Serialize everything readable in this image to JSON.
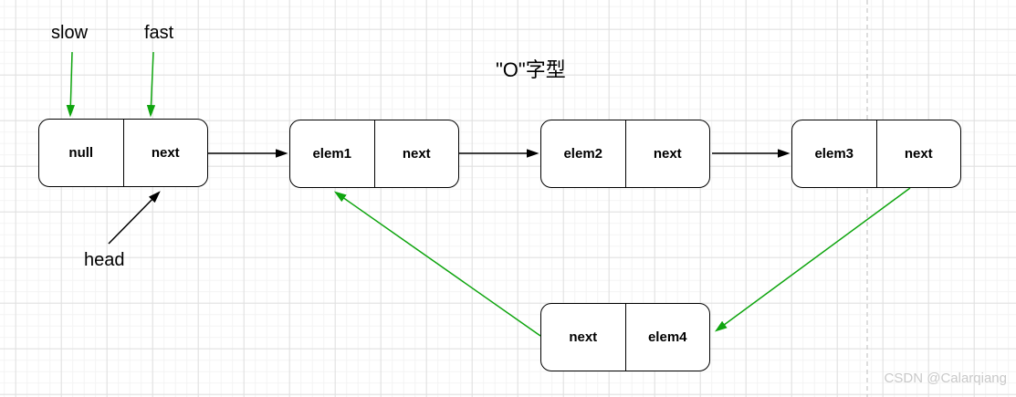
{
  "title": "\"O\"字型",
  "pointers": {
    "slow": "slow",
    "fast": "fast",
    "head": "head"
  },
  "nodes": [
    {
      "id": "head-node",
      "cells": [
        "null",
        "next"
      ]
    },
    {
      "id": "elem1-node",
      "cells": [
        "elem1",
        "next"
      ]
    },
    {
      "id": "elem2-node",
      "cells": [
        "elem2",
        "next"
      ]
    },
    {
      "id": "elem3-node",
      "cells": [
        "elem3",
        "next"
      ]
    },
    {
      "id": "elem4-node",
      "cells": [
        "next",
        "elem4"
      ]
    }
  ],
  "edges": [
    {
      "from": "head-node.next",
      "to": "elem1-node",
      "color": "black"
    },
    {
      "from": "elem1-node.next",
      "to": "elem2-node",
      "color": "black"
    },
    {
      "from": "elem2-node.next",
      "to": "elem3-node",
      "color": "black"
    },
    {
      "from": "elem3-node.next",
      "to": "elem4-node",
      "color": "green"
    },
    {
      "from": "elem4-node.next",
      "to": "elem1-node",
      "color": "green"
    },
    {
      "from": "slow-label",
      "to": "head-node.null",
      "color": "green"
    },
    {
      "from": "fast-label",
      "to": "head-node.next",
      "color": "green"
    },
    {
      "from": "head-label",
      "to": "head-node",
      "color": "black"
    }
  ],
  "watermark": "CSDN @Calarqiang",
  "colors": {
    "arrow_black": "#000000",
    "arrow_green": "#0fa50f",
    "grid_major": "#dfdfdf",
    "grid_minor": "#f3f3f3",
    "dashed_line": "#c8c8c8",
    "watermark": "#c9c9c9"
  }
}
